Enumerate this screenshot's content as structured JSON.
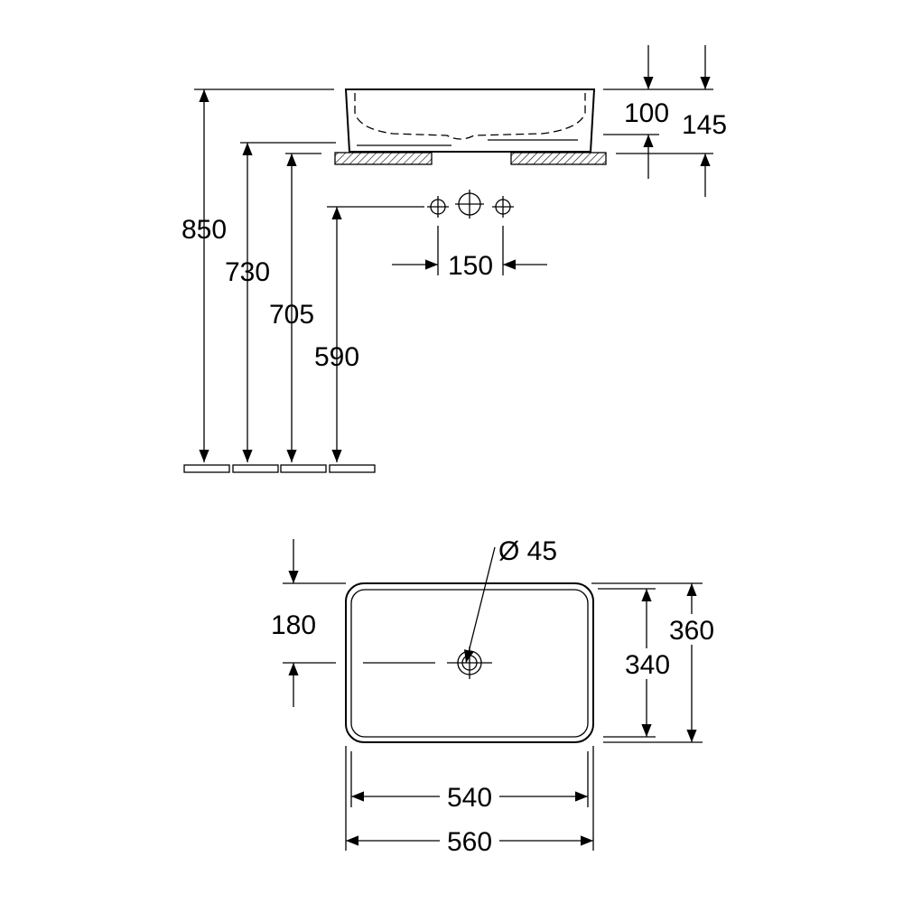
{
  "side_view": {
    "dimensions": {
      "d850": "850",
      "d730": "730",
      "d705": "705",
      "d590": "590",
      "d100": "100",
      "d145": "145",
      "d150": "150"
    }
  },
  "top_view": {
    "dimensions": {
      "diameter": "Ø 45",
      "d180": "180",
      "d340": "340",
      "d360": "360",
      "d540": "540",
      "d560": "560"
    }
  }
}
